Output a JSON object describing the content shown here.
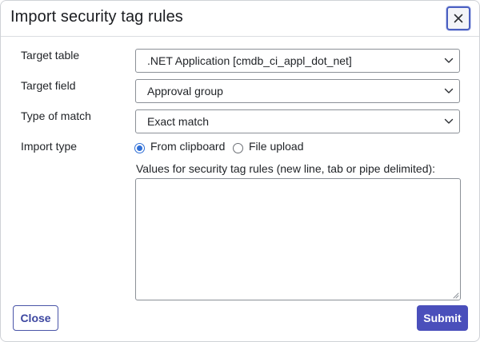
{
  "dialog": {
    "title": "Import security tag rules",
    "close_icon": "close-icon"
  },
  "form": {
    "target_table": {
      "label": "Target table",
      "value": ".NET Application [cmdb_ci_appl_dot_net]"
    },
    "target_field": {
      "label": "Target field",
      "value": "Approval group"
    },
    "type_of_match": {
      "label": "Type of match",
      "value": "Exact match"
    },
    "import_type": {
      "label": "Import type",
      "options": [
        {
          "label": "From clipboard",
          "selected": true
        },
        {
          "label": "File upload",
          "selected": false
        }
      ]
    },
    "values_label": "Values for security tag rules (new line, tab or pipe delimited):",
    "values_text": ""
  },
  "footer": {
    "close_label": "Close",
    "submit_label": "Submit"
  },
  "colors": {
    "primary": "#4a4fbb",
    "radio_accent": "#2f6fd6",
    "close_outline": "#4a5fc1"
  }
}
